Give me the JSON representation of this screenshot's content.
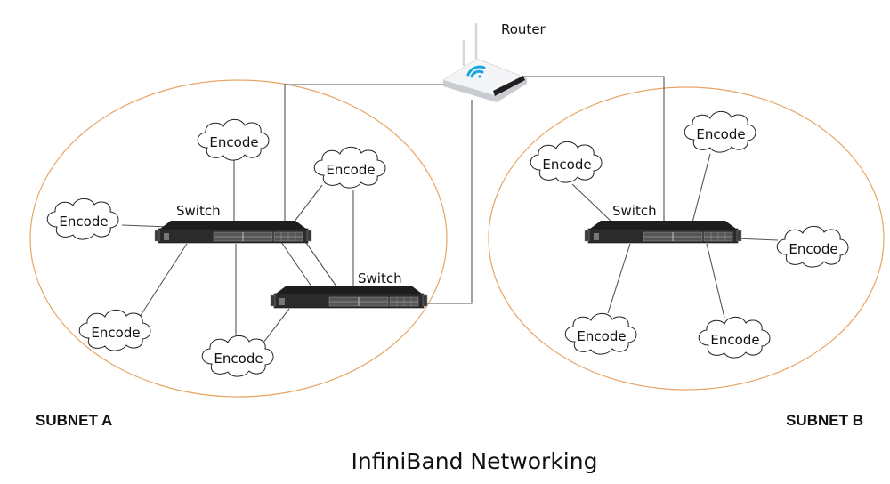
{
  "title": "InfiniBand Networking",
  "colors": {
    "subnet_border": "#e8a566",
    "link": "#555555",
    "switch_body": "#2b2b2b",
    "wifi": "#1aa6e0"
  },
  "router": {
    "label": "Router",
    "icon": "wifi-router-icon"
  },
  "subnets": [
    {
      "label": "SUBNET A"
    },
    {
      "label": "SUBNET B"
    }
  ],
  "switches": [
    {
      "id": "switch-a1",
      "label": "Switch",
      "subnet": "SUBNET A"
    },
    {
      "id": "switch-a2",
      "label": "Switch",
      "subnet": "SUBNET A"
    },
    {
      "id": "switch-b1",
      "label": "Switch",
      "subnet": "SUBNET B"
    }
  ],
  "nodes": [
    {
      "label": "Encode",
      "subnet": "SUBNET A",
      "connects_to": "switch-a1"
    },
    {
      "label": "Encode",
      "subnet": "SUBNET A",
      "connects_to": "switch-a1"
    },
    {
      "label": "Encode",
      "subnet": "SUBNET A",
      "connects_to": "switch-a2"
    },
    {
      "label": "Encode",
      "subnet": "SUBNET A",
      "connects_to": "switch-a1"
    },
    {
      "label": "Encode",
      "subnet": "SUBNET A",
      "connects_to": "switch-a1"
    },
    {
      "label": "Encode",
      "subnet": "SUBNET B",
      "connects_to": "switch-b1"
    },
    {
      "label": "Encode",
      "subnet": "SUBNET B",
      "connects_to": "switch-b1"
    },
    {
      "label": "Encode",
      "subnet": "SUBNET B",
      "connects_to": "switch-b1"
    },
    {
      "label": "Encode",
      "subnet": "SUBNET B",
      "connects_to": "switch-b1"
    },
    {
      "label": "Encode",
      "subnet": "SUBNET B",
      "connects_to": "switch-b1"
    }
  ],
  "links": [
    {
      "from": "router",
      "to": "switch-a1"
    },
    {
      "from": "router",
      "to": "switch-a2"
    },
    {
      "from": "router",
      "to": "switch-b1"
    },
    {
      "from": "switch-a1",
      "to": "switch-a2"
    },
    {
      "from": "switch-a1",
      "to": "switch-a2"
    }
  ]
}
